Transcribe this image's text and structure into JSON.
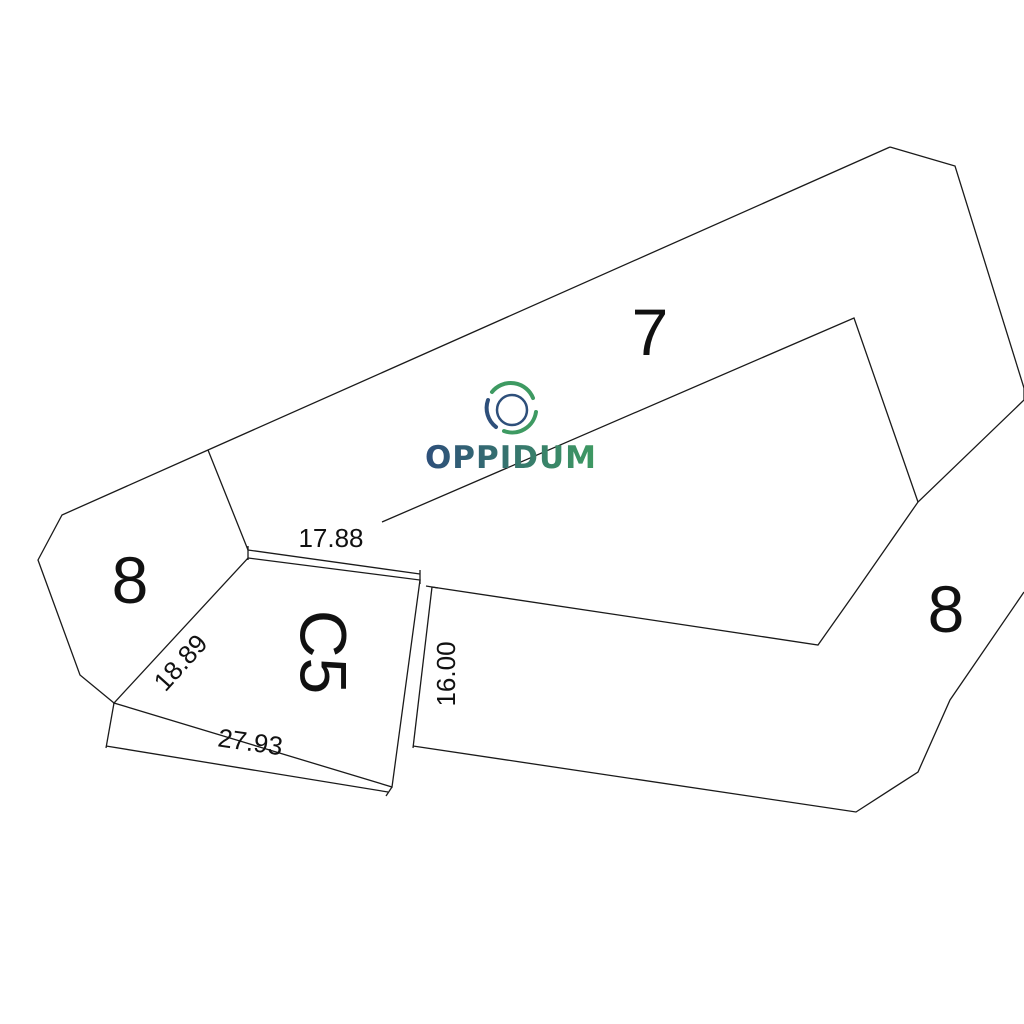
{
  "parcels": {
    "lot_7": "7",
    "lot_8_left": "8",
    "lot_8_right": "8",
    "lot_c5": "C5"
  },
  "dimensions": {
    "top": "17.88",
    "left": "18.89",
    "bottom": "27.93",
    "right": "16.00"
  },
  "watermark": {
    "text": "OPPIDUM",
    "color_dark": "#2e4f7a",
    "color_green": "#3e9a62"
  },
  "colors": {
    "line": "#1a1a1a",
    "background": "#ffffff"
  }
}
